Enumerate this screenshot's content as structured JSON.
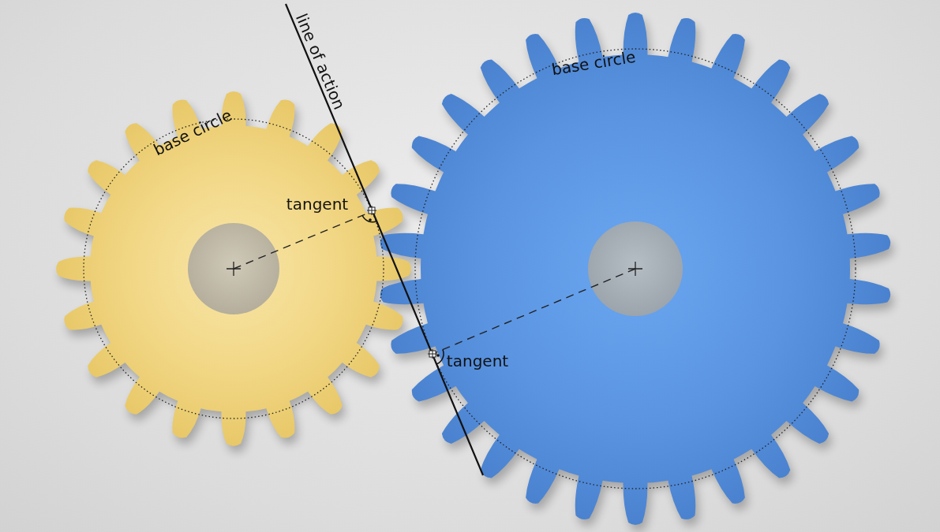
{
  "diagram": {
    "labels": [
      "line of action",
      "base circle",
      "tangent",
      "base circle",
      "tangent"
    ]
  }
}
